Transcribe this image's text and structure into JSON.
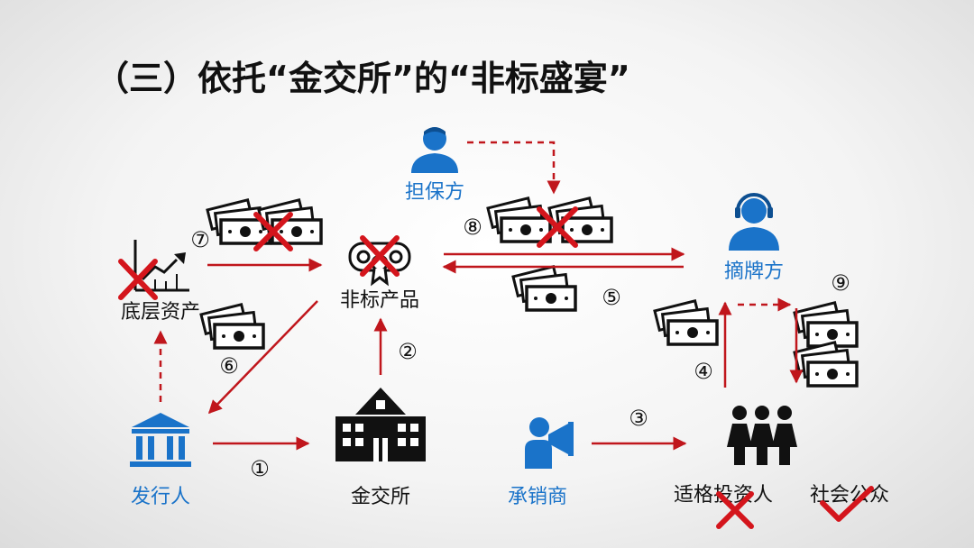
{
  "title": "（三）依托“金交所”的“非标盛宴”",
  "nodes": {
    "guarantor": "担保方",
    "underlying_asset": "底层资产",
    "nonstandard_product": "非标产品",
    "buyer": "摘牌方",
    "issuer": "发行人",
    "exchange": "金交所",
    "underwriter": "承销商",
    "qualified_investor": "适格投资人",
    "public": "社会公众"
  },
  "steps": {
    "s1": "①",
    "s2": "②",
    "s3": "③",
    "s4": "④",
    "s5": "⑤",
    "s6": "⑥",
    "s7": "⑦",
    "s8": "⑧",
    "s9": "⑨"
  },
  "colors": {
    "arrow": "#c0161c",
    "label_blue": "#1a73c9",
    "icon_blue": "#1a73c9",
    "cross": "#d4151c"
  }
}
